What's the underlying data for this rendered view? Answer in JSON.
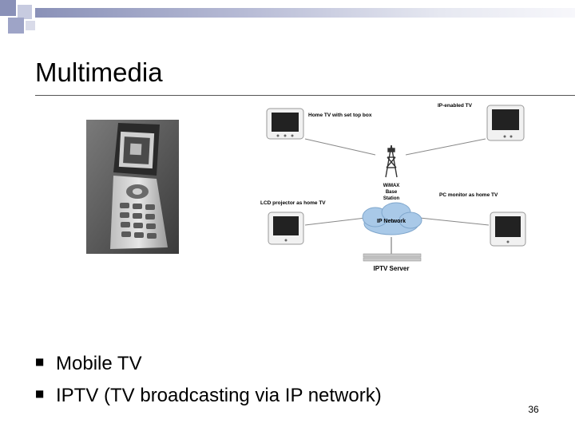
{
  "slide": {
    "title": "Multimedia",
    "page_number": "36"
  },
  "bullets": [
    {
      "text": "Mobile TV"
    },
    {
      "text": "IPTV (TV broadcasting via IP network)"
    }
  ],
  "diagram": {
    "labels": {
      "home_tv": "Home TV with set top box",
      "ip_tv": "IP-enabled TV",
      "lcd_projector": "LCD projector as home TV",
      "pc_monitor": "PC monitor as home TV",
      "wimax_line1": "WiMAX",
      "wimax_line2": "Base",
      "wimax_line3": "Station",
      "ip_network": "IP Network",
      "iptv_server": "IPTV Server"
    }
  },
  "colors": {
    "header_dark": "#8a91b8",
    "header_light": "#c7cbe0",
    "cloud": "#a9c9e8"
  },
  "images": {
    "phone": "flip-phone-photo"
  }
}
